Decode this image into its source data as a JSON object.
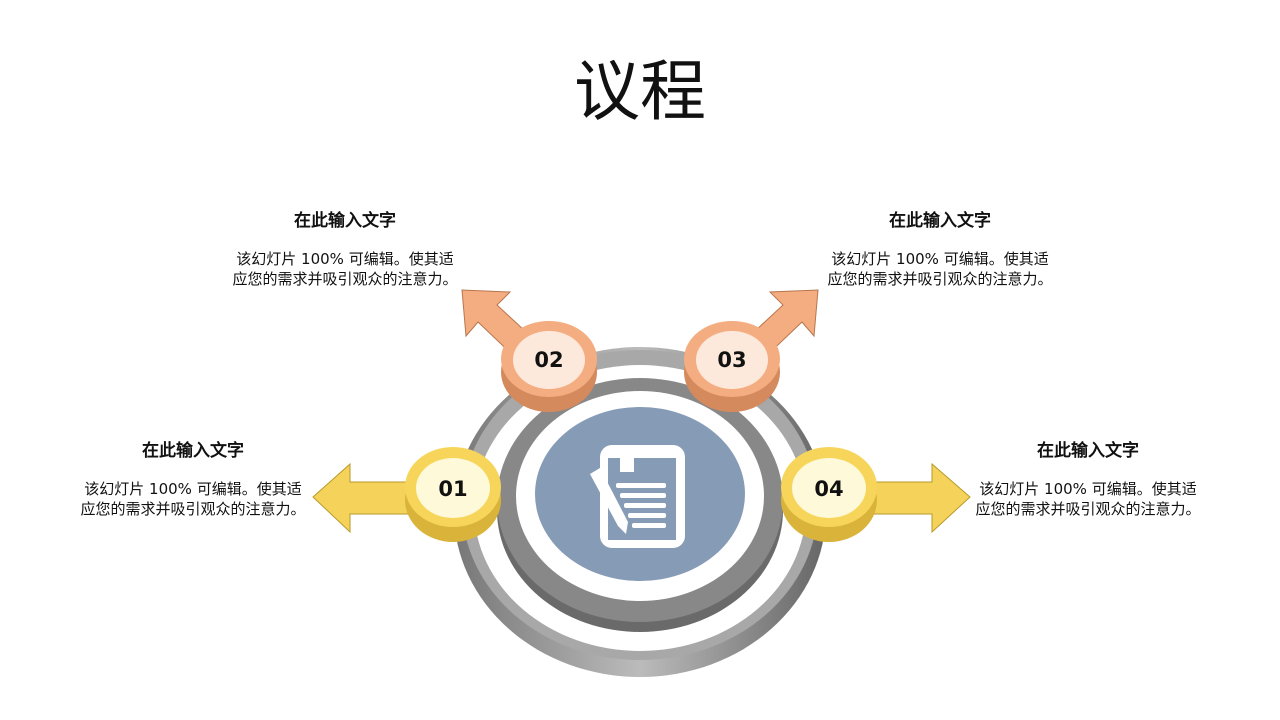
{
  "title": "议程",
  "items": [
    {
      "number": "01",
      "heading": "在此输入文字",
      "body": "该幻灯片 100% 可编辑。使其适应您的需求并吸引观众的注意力。"
    },
    {
      "number": "02",
      "heading": "在此输入文字",
      "body": "该幻灯片 100% 可编辑。使其适应您的需求并吸引观众的注意力。"
    },
    {
      "number": "03",
      "heading": "在此输入文字",
      "body": "该幻灯片 100% 可编辑。使其适应您的需求并吸引观众的注意力。"
    },
    {
      "number": "04",
      "heading": "在此输入文字",
      "body": "该幻灯片 100% 可编辑。使其适应您的需求并吸引观众的注意力。"
    }
  ],
  "colors": {
    "yellow": "#f7d55a",
    "yellow_light": "#fef9d8",
    "orange": "#f4a97a",
    "orange_light": "#fde9dc",
    "blue": "#869bb6",
    "gray": "#8a8a8a"
  },
  "center_icon": "document-pen-icon"
}
